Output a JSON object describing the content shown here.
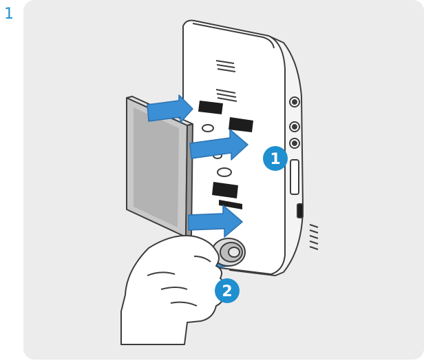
{
  "step": {
    "number": "1"
  },
  "badges": [
    {
      "label": "1"
    },
    {
      "label": "2"
    }
  ],
  "colors": {
    "accent": "#1f8fd0",
    "arrow": "#3b8fd4",
    "panel_bg": "#ececed",
    "outline": "#3c3c3c"
  },
  "icons": {
    "arrow": "right-arrow-icon",
    "badge": "numbered-circle-icon"
  }
}
